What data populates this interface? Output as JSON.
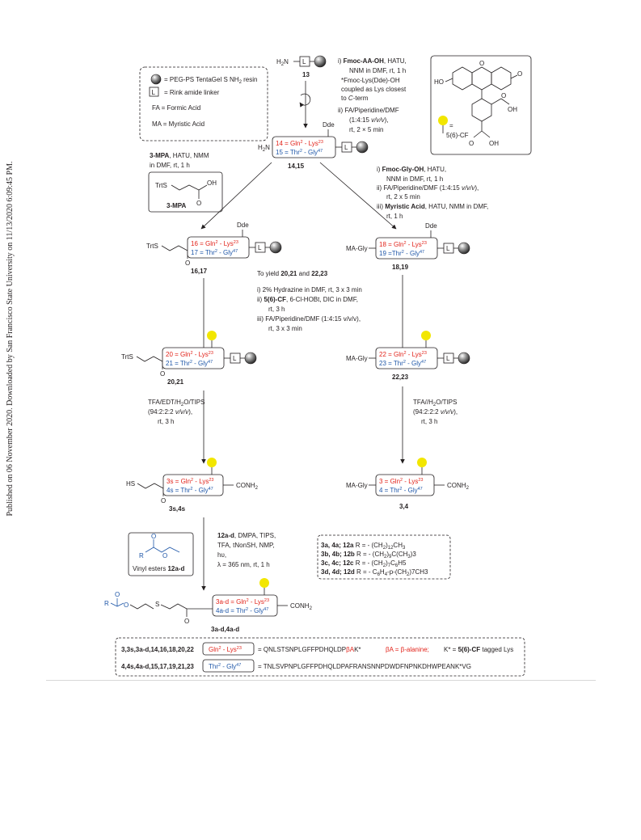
{
  "side_note": "Published on 06 November 2020. Downloaded by San Francisco State University on 11/13/2020 6:09:45 PM.",
  "legend": {
    "resin": "= PEG-PS TentaGel S NH",
    "resin_sub": "2",
    "resin_tail": " resin",
    "linker_symbol": "L",
    "linker": "= Rink amide linker",
    "fa": "FA = Formic Acid",
    "ma": "MA = Myristic Acid"
  },
  "labels": {
    "h2n": "H",
    "h2n_sub": "2",
    "h2n_tail": "N",
    "L": "L",
    "dde": "Dde",
    "trts": "TrtS",
    "hs": "HS",
    "ma_gly": "MA-Gly",
    "conh2": "CONH",
    "conh2_sub": "2",
    "oh": "OH",
    "o": "O",
    "r": "R",
    "ho": "HO",
    "cf_label": "5(6)-CF",
    "cf_eq": "="
  },
  "compounds": {
    "c13": "13",
    "c14_15": "14,15",
    "c16_17": "16,17",
    "c18_19": "18,19",
    "c20_21": "20,21",
    "c22_23": "22,23",
    "c3s_4s": "3s,4s",
    "c3_4": "3,4",
    "c3ad_4ad": "3a-d,4a-d",
    "mpa": "3-MPA"
  },
  "boxes": {
    "b14": {
      "red": "14 = Gln",
      "red_sup1": "2",
      "red_mid": " - Lys",
      "red_sup2": "23"
    },
    "b15": {
      "blue": "15 = Thr",
      "blue_sup1": "2",
      "blue_mid": " - Gly",
      "blue_sup2": "47"
    },
    "b16": {
      "red": "16 = Gln",
      "red_sup1": "2",
      "red_mid": " - Lys",
      "red_sup2": "23"
    },
    "b17": {
      "blue": "17 = Thr",
      "blue_sup1": "2",
      "blue_mid": " - Gly",
      "blue_sup2": "47"
    },
    "b18": {
      "red": "18 = Gln",
      "red_sup1": "2",
      "red_mid": " - Lys",
      "red_sup2": "23"
    },
    "b19": {
      "blue": "19 =Thr",
      "blue_sup1": "2",
      "blue_mid": " - Gly",
      "blue_sup2": "47"
    },
    "b20": {
      "red": "20 = Gln",
      "red_sup1": "2",
      "red_mid": " - Lys",
      "red_sup2": "23"
    },
    "b21": {
      "blue": "21 = Thr",
      "blue_sup1": "2",
      "blue_mid": " - Gly",
      "blue_sup2": "47"
    },
    "b22": {
      "red": "22 = Gln",
      "red_sup1": "2",
      "red_mid": " - Lys",
      "red_sup2": "23"
    },
    "b23": {
      "blue": "23 = Thr",
      "blue_sup1": "2",
      "blue_mid": " - Gly",
      "blue_sup2": "47"
    },
    "b3s": {
      "red": "3s = Gln",
      "red_sup1": "2",
      "red_mid": " - Lys",
      "red_sup2": "23"
    },
    "b4s": {
      "blue": "4s = Thr",
      "blue_sup1": "2",
      "blue_mid": " - Gly",
      "blue_sup2": "47"
    },
    "b3": {
      "red": "3 = Gln",
      "red_sup1": "2",
      "red_mid": " - Lys",
      "red_sup2": "23"
    },
    "b4": {
      "blue": "4 = Thr",
      "blue_sup1": "2",
      "blue_mid": " - Gly",
      "blue_sup2": "47"
    },
    "b3ad": {
      "red": "3a-d = Gln",
      "red_sup1": "2",
      "red_mid": " - Lys",
      "red_sup2": "23"
    },
    "b4ad": {
      "blue": "4a-d = Thr",
      "blue_sup1": "2",
      "blue_mid": " - Gly",
      "blue_sup2": "47"
    }
  },
  "conditions": {
    "top": {
      "l1a": "i) ",
      "l1b": "Fmoc-AA-OH",
      "l1c": ", HATU,",
      "l2": "NNM in DMF, rt, 1 h",
      "l3": "*Fmoc-Lys(Dde)-OH",
      "l4": "coupled as Lys closest",
      "l5a": "to ",
      "l5b": "C",
      "l5c": "-term",
      "l6": "ii) FA/Piperidine/DMF",
      "l7a": "(1:4:15 ",
      "l7b": "v/v/v",
      "l7c": "),",
      "l8": "rt, 2 × 5 min"
    },
    "mpa": {
      "l1a": "3-MPA",
      "l1b": ", HATU, NMM",
      "l2": "in DMF, rt, 1 h"
    },
    "gly": {
      "l1a": "i) ",
      "l1b": "Fmoc-Gly-OH",
      "l1c": ", HATU,",
      "l2": "NNM in DMF, rt, 1 h",
      "l3a": "ii) FA/Piperidine/DMF (1:4:15 ",
      "l3b": "v/v/v",
      "l3c": "),",
      "l4": "rt, 2 x 5 min",
      "l5a": "iii) ",
      "l5b": "Myristic Acid",
      "l5c": ", HATU, NMM in DMF,",
      "l6": "rt, 1 h"
    },
    "mid": {
      "l0a": "To yield ",
      "l0b": "20,21",
      "l0c": " and ",
      "l0d": "22,23",
      "l1": "i)   2% Hydrazine in DMF, rt, 3 x 3 min",
      "l2a": "ii)  ",
      "l2b": "5(6)-CF",
      "l2c": ", 6-Cl-HOBt, DIC in DMF,",
      "l3": "rt, 3 h",
      "l4": "iii) FA/Piperidine/DMF (1:4:15 v/v/v),",
      "l5": "rt, 3 x 3 min"
    },
    "tfa_left": {
      "l1": "TFA/EDT/H",
      "l1_sub": "2",
      "l1_tail": "O/TIPS",
      "l2a": "(94:2:2:2 ",
      "l2b": "v/v/v",
      "l2c": "),",
      "l3": "rt, 3 h"
    },
    "tfa_right": {
      "l1": "TFA//H",
      "l1_sub": "2",
      "l1_tail": "O/TIPS",
      "l2a": "(94:2:2:2 ",
      "l2b": "v/v/v",
      "l2c": "),",
      "l3": "rt, 3 h"
    },
    "thiolene": {
      "l1a": "12a-d",
      "l1b": ", DMPA, TIPS,",
      "l2": "TFA, tNonSH, NMP,",
      "l3": "hυ,",
      "l4": "λ = 365 nm, rt, 1 h"
    }
  },
  "vinyl_box": {
    "a": "Vinyl esters ",
    "b": "12a-d"
  },
  "r_groups": [
    {
      "ids": "3a, 4a; 12a",
      "r": " R = - (CH",
      "rest": "2",
      "tail": ")",
      "tail2": "12",
      "tail3": "CH",
      "tail4": "3",
      "tail5": ""
    },
    {
      "ids": "3b, 4b; 12b",
      "r": " R = - (CH",
      "rest": "2",
      "tail": ")",
      "tail2": "9",
      "tail3": "C(CH",
      "tail4": "3",
      "tail5": ")3"
    },
    {
      "ids": "3c, 4c; 12c",
      "r": " R = - (CH",
      "rest": "2",
      "tail": ")",
      "tail2": "7",
      "tail3": "C",
      "tail4": "6",
      "tail5": "H5"
    },
    {
      "ids": "3d, 4d; 12d",
      "r": " R = - C",
      "rest": "6",
      "tail": "H",
      "tail2": "4",
      "tail3": "-p-(CH",
      "tail4": "2",
      "tail5": ")7CH3"
    }
  ],
  "sequences": {
    "row1": {
      "ids": "3,3s,3a-d,14,16,18,20,22",
      "box": "Gln",
      "box_sup1": "2",
      "box_mid": " - Lys",
      "box_sup2": "23",
      "seq": "= QNLSTSNPLGFFPDHQLDP",
      "seq_red": "βA",
      "seq_tail": "K*",
      "note_red": "βA = β-alanine;",
      "note_black": "K* = ",
      "note_bold": "5(6)-CF",
      "note_end": " tagged Lys"
    },
    "row2": {
      "ids": "4,4s,4a-d,15,17,19,21,23",
      "box": "Thr",
      "box_sup1": "2",
      "box_mid": " - Gly",
      "box_sup2": "47",
      "seq": "= TNLSVPNPLGFFPDHQLDPAFRANSNNPDWDFNPNKDHWPEANK*VG"
    }
  },
  "colors": {
    "red": "#e2231a",
    "blue": "#1e56a8",
    "yellow": "#f2e600",
    "ink": "#231f20"
  }
}
